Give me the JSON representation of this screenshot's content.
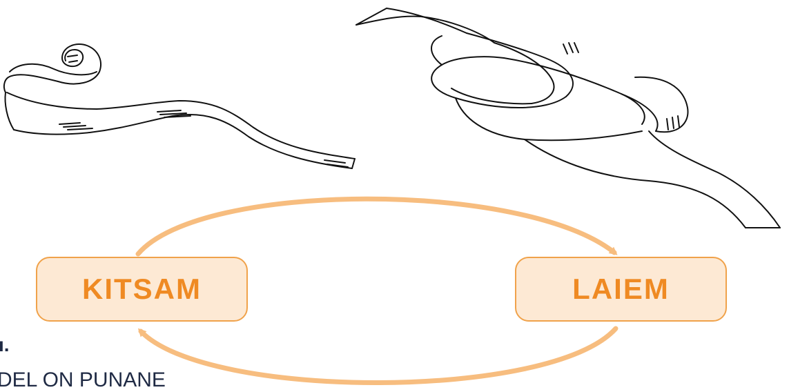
{
  "diagram": {
    "nodes": [
      {
        "id": "kitsam",
        "label": "KITSAM"
      },
      {
        "id": "laiem",
        "label": "LAIEM"
      }
    ],
    "edges": [
      {
        "from": "kitsam",
        "to": "laiem",
        "style": "curved-arrow-top"
      },
      {
        "from": "laiem",
        "to": "kitsam",
        "style": "curved-arrow-bottom"
      }
    ],
    "colors": {
      "node_fill": "#fde9d4",
      "node_border": "#f0a24a",
      "node_text": "#ef8a23",
      "arrow": "#f7bd7f",
      "ink": "#111111",
      "text_fragment": "#1f2a44"
    }
  },
  "illustrations": [
    {
      "name": "curled-ribbon",
      "description_icon": "ribbon-spiral-illustration"
    },
    {
      "name": "twisted-ribbon",
      "description_icon": "ribbon-twist-illustration"
    }
  ],
  "text_fragments": {
    "line1": "ı.",
    "line2": "DEL ON PUNANE"
  }
}
